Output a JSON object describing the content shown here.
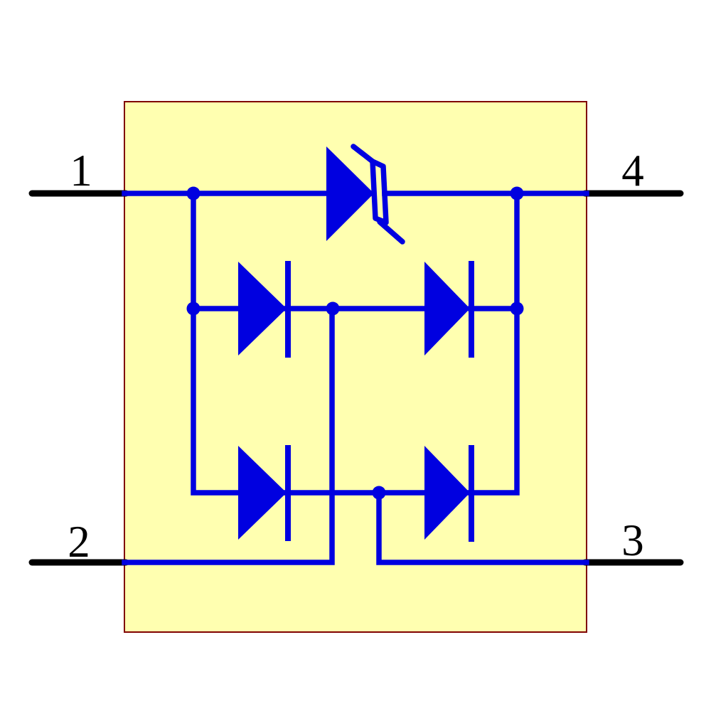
{
  "window": {
    "background": "#ffffff"
  },
  "schematic": {
    "type": "subcircuit-diode-bridge-with-suppressor",
    "colors": {
      "box_fill": "#ffffb0",
      "box_border": "#800000",
      "wire": "#0000e0",
      "terminal_line": "#000000",
      "label": "#000000"
    },
    "terminals": [
      {
        "label": "1",
        "position": "top-left"
      },
      {
        "label": "2",
        "position": "bottom-left"
      },
      {
        "label": "3",
        "position": "bottom-right"
      },
      {
        "label": "4",
        "position": "top-right"
      }
    ],
    "components": [
      {
        "icon": "suppressor-diode-icon",
        "location": "top-row",
        "orientation": "pointing-right"
      },
      {
        "icon": "diode-icon",
        "location": "middle-left",
        "orientation": "pointing-right"
      },
      {
        "icon": "diode-icon",
        "location": "middle-right",
        "orientation": "pointing-right"
      },
      {
        "icon": "diode-icon",
        "location": "bottom-left",
        "orientation": "pointing-right"
      },
      {
        "icon": "diode-icon",
        "location": "bottom-right",
        "orientation": "pointing-right"
      }
    ],
    "junction_dot_count": 6
  }
}
